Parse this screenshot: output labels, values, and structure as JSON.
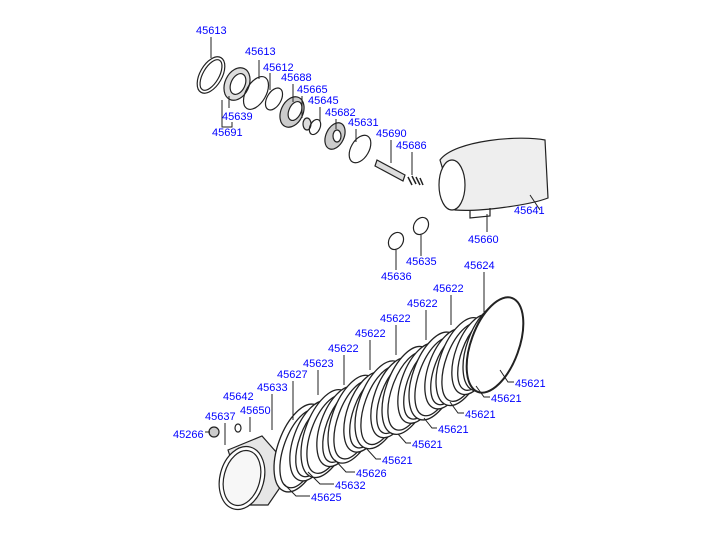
{
  "diagram": {
    "title": "Automatic transmission clutch assembly parts diagram",
    "label_color": "#0000ff",
    "line_color": "#222222",
    "part_labels": [
      "45613",
      "45613",
      "45612",
      "45688",
      "45665",
      "45645",
      "45639",
      "45691",
      "45682",
      "45631",
      "45690",
      "45686",
      "45641",
      "45660",
      "45636",
      "45635",
      "45624",
      "45622",
      "45622",
      "45622",
      "45622",
      "45622",
      "45623",
      "45627",
      "45633",
      "45642",
      "45650",
      "45637",
      "45266",
      "45621",
      "45621",
      "45621",
      "45621",
      "45621",
      "45621",
      "45626",
      "45632",
      "45625"
    ]
  }
}
